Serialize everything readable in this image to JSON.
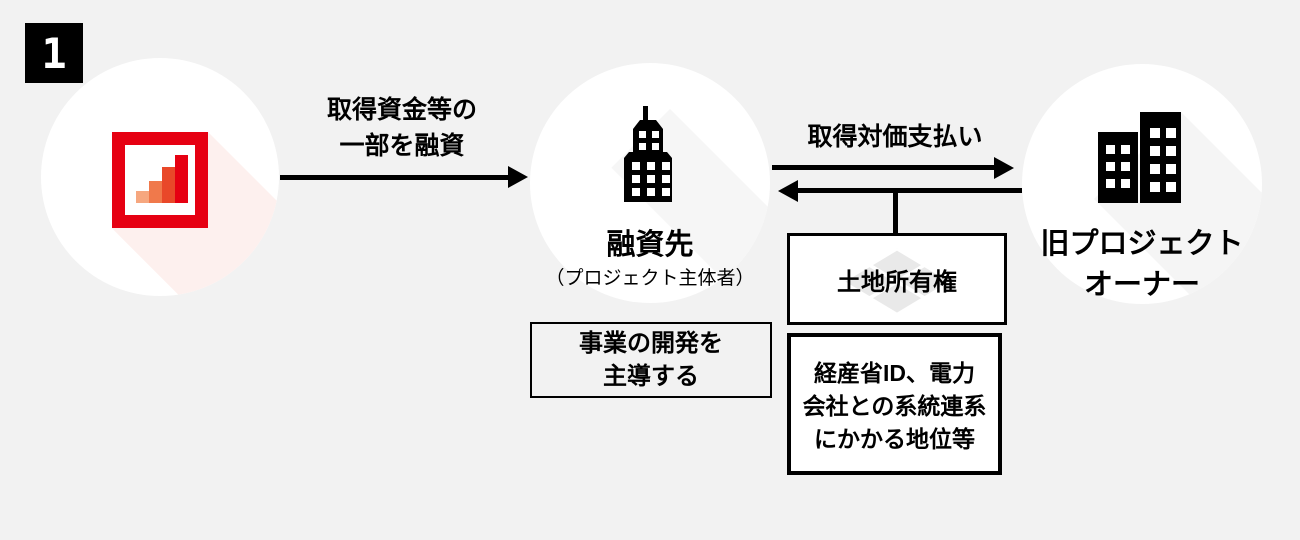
{
  "colors": {
    "background": "#f2f2f2",
    "ink": "#000000",
    "logo_red": "#e60012",
    "logo_bars": [
      "#f6a77f",
      "#f0794b",
      "#e94829",
      "#e60012"
    ],
    "watermark_gray": "#e9e9e9"
  },
  "step_badge": {
    "number": "1"
  },
  "loan_arrow": {
    "label_line1": "取得資金等の",
    "label_line2": "一部を融資",
    "direction": "right"
  },
  "borrower": {
    "title": "融資先",
    "subtitle": "（プロジェクト主体者）"
  },
  "role_box": {
    "line1": "事業の開発を",
    "line2": "主導する"
  },
  "payment_arrow": {
    "label": "取得対価支払い",
    "direction": "right"
  },
  "transfer_arrow": {
    "direction": "left"
  },
  "land_box": {
    "label": "土地所有権"
  },
  "rights_box": {
    "line1": "経産省ID、電力",
    "line2": "会社との系統連系",
    "line3": "にかかる地位等"
  },
  "owner": {
    "title_line1": "旧プロジェクト",
    "title_line2": "オーナー"
  }
}
